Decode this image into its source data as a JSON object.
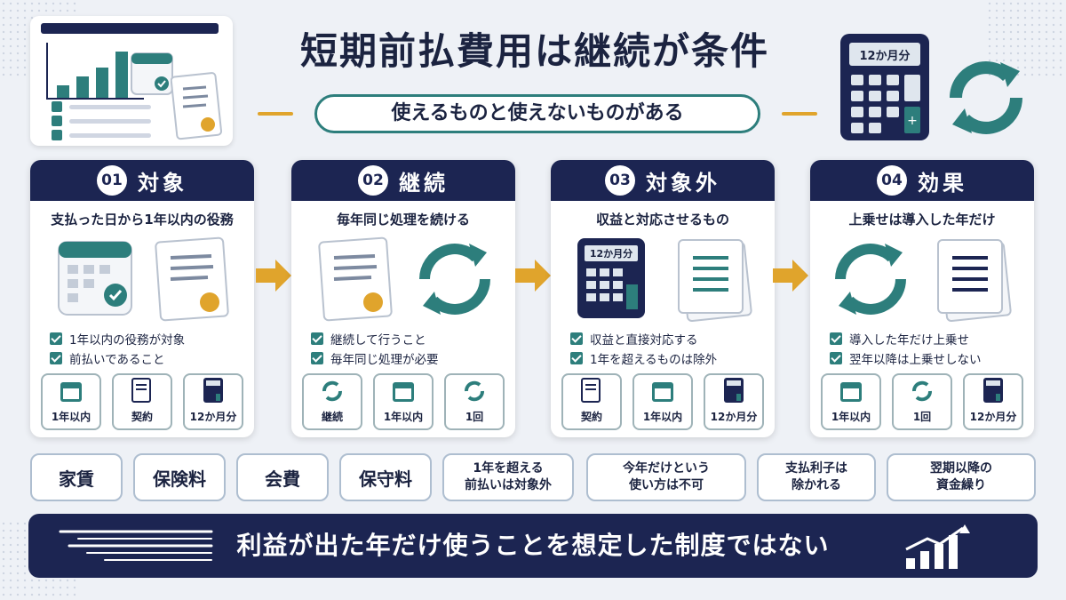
{
  "header": {
    "title": "短期前払費用は継続が条件",
    "subtitle": "使えるものと使えないものがある",
    "calc_label": "12か月分"
  },
  "steps": [
    {
      "num": "01",
      "title": "対象",
      "sub": "支払った日から1年以内の役務",
      "points": [
        "1年以内の役務が対象",
        "前払いであること"
      ],
      "tiles": [
        {
          "icon": "calendar-icon",
          "label": "1年以内"
        },
        {
          "icon": "contract-icon",
          "label": "契約"
        },
        {
          "icon": "calculator-icon",
          "label": "12か月分"
        }
      ]
    },
    {
      "num": "02",
      "title": "継続",
      "sub": "毎年同じ処理を続ける",
      "points": [
        "継続して行うこと",
        "毎年同じ処理が必要"
      ],
      "tiles": [
        {
          "icon": "cycle-icon",
          "label": "継続"
        },
        {
          "icon": "calendar-icon",
          "label": "1年以内"
        },
        {
          "icon": "cycle-icon",
          "label": "1回"
        }
      ]
    },
    {
      "num": "03",
      "title": "対象外",
      "sub": "収益と対応させるもの",
      "points": [
        "収益と直接対応する",
        "1年を超えるものは除外"
      ],
      "tiles": [
        {
          "icon": "contract-icon",
          "label": "契約"
        },
        {
          "icon": "calendar-icon",
          "label": "1年以内"
        },
        {
          "icon": "calculator-icon",
          "label": "12か月分"
        }
      ]
    },
    {
      "num": "04",
      "title": "効果",
      "sub": "上乗せは導入した年だけ",
      "points": [
        "導入した年だけ上乗せ",
        "翌年以降は上乗せしない"
      ],
      "tiles": [
        {
          "icon": "calendar-icon",
          "label": "1年以内"
        },
        {
          "icon": "cycle-icon",
          "label": "1回"
        },
        {
          "icon": "calculator-icon",
          "label": "12か月分"
        }
      ]
    }
  ],
  "pills": [
    "家賃",
    "保険料",
    "会費",
    "保守料",
    "1年を超える\n前払いは対象外",
    "今年だけという\n使い方は不可",
    "支払利子は\n除かれる",
    "翌期以降の\n資金繰り"
  ],
  "footer": {
    "text": "利益が出た年だけ使うことを想定した制度ではない"
  },
  "colors": {
    "navy": "#1c2552",
    "teal": "#2d7e7c",
    "gold": "#e0a42c"
  }
}
